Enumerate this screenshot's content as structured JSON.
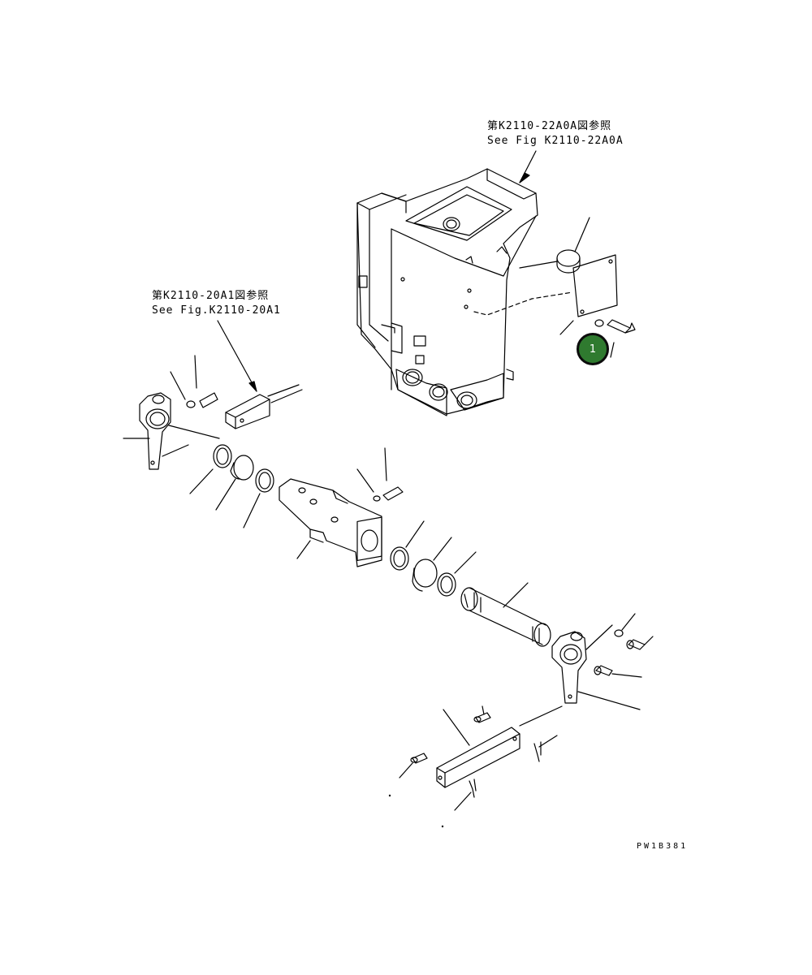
{
  "diagram": {
    "references": {
      "upper": {
        "line1": "第K2110-22A0A図参照",
        "line2": "See Fig K2110-22A0A"
      },
      "left": {
        "line1": "第K2110-20A1図参照",
        "line2": "See Fig.K2110-20A1"
      }
    },
    "drawing_code": "PW1B381",
    "callouts": [
      {
        "label": "1",
        "color": "#2f7a2f"
      }
    ]
  }
}
